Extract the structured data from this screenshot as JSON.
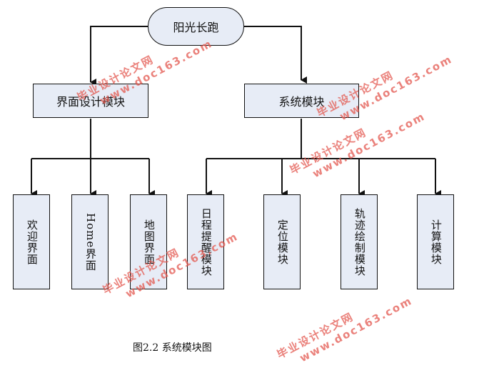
{
  "diagram": {
    "root": "阳光长跑",
    "modules": [
      {
        "label": "界面设计模块",
        "children": [
          "欢迎界面",
          "Home界面",
          "地图界面"
        ]
      },
      {
        "label": "系统模块",
        "children": [
          "日程提醒模块",
          "定位模块",
          "轨迹绘制模块",
          "计算模块"
        ]
      }
    ]
  },
  "caption": "图2.2  系统模块图",
  "watermarks": [
    {
      "line1": "毕业设计论文网",
      "line2": "www.doc163.com"
    },
    {
      "line1": "毕业设计论文网",
      "line2": "www.doc163.com"
    },
    {
      "line1": "毕业设计论文网",
      "line2": "www.doc163.com"
    },
    {
      "line1": "毕业设计论文网",
      "line2": "www.doc163.com"
    },
    {
      "line1": "毕业设计论文网",
      "line2": "www.doc163.com"
    }
  ],
  "colors": {
    "box_fill": "#e7ecf6",
    "line": "#111111",
    "watermark": "#e4584f"
  }
}
